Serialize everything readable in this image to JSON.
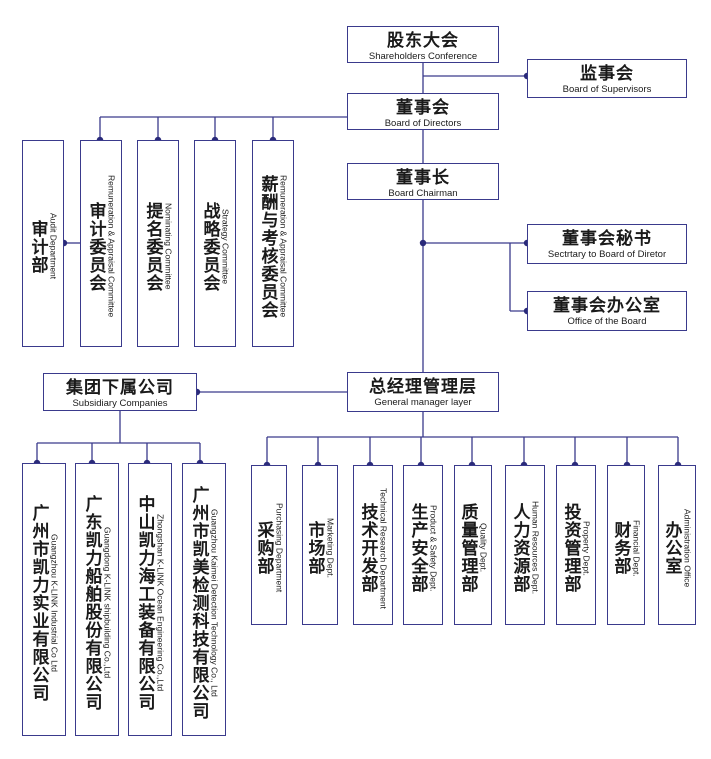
{
  "colors": {
    "border": "#3a3a8c",
    "line": "#3a3a8c",
    "dot": "#2a2a7a"
  },
  "top": {
    "shareholders": {
      "zh": "股东大会",
      "en": "Shareholders Conference"
    },
    "supervisors": {
      "zh": "监事会",
      "en": "Board of Supervisors"
    },
    "board": {
      "zh": "董事会",
      "en": "Board of Directors"
    },
    "chairman": {
      "zh": "董事长",
      "en": "Board Chairman"
    },
    "secretary": {
      "zh": "董事会秘书",
      "en": "Sectrtary to Board of Diretor"
    },
    "office": {
      "zh": "董事会办公室",
      "en": "Office of the Board"
    },
    "gm": {
      "zh": "总经理管理层",
      "en": "General manager layer"
    },
    "subsidiary": {
      "zh": "集团下属公司",
      "en": "Subsidiary Companies"
    }
  },
  "committees": [
    {
      "zh": "审计部",
      "en": "Audit Department"
    },
    {
      "zh": "审计委员会",
      "en": "Remuneration & Appraisal Committee"
    },
    {
      "zh": "提名委员会",
      "en": "Nominating Committee"
    },
    {
      "zh": "战略委员会",
      "en": "Strategy Committee"
    },
    {
      "zh": "薪酬与考核委员会",
      "en": "Remuneration & Appraisal Committee"
    }
  ],
  "subsidiaries": [
    {
      "zh": "广州市凯力实业有限公司",
      "en": "Guangzhou K-LINK Industrial Co Ltd"
    },
    {
      "zh": "广东凯力船舶股份有限公司",
      "en": "Guangdong K-LINK shipbuilding Co.,Ltd"
    },
    {
      "zh": "中山凯力海工装备有限公司",
      "en": "Zhongshan K-LINK Ocean Engineering Co.,Ltd"
    },
    {
      "zh": "广州市凯美检测科技有限公司",
      "en": "Guangzhou Kaimei Detection Technology Co., Ltd"
    }
  ],
  "departments": [
    {
      "zh": "采购部",
      "en": "Purchasing Department"
    },
    {
      "zh": "市场部",
      "en": "Marketing Dept."
    },
    {
      "zh": "技术开发部",
      "en": "Technical Research Department"
    },
    {
      "zh": "生产安全部",
      "en": "Product & Safety Dept."
    },
    {
      "zh": "质量管理部",
      "en": "Quality Dept."
    },
    {
      "zh": "人力资源部",
      "en": "Human Resources Dept."
    },
    {
      "zh": "投资管理部",
      "en": "Property Dept."
    },
    {
      "zh": "财务部",
      "en": "Financial Dept."
    },
    {
      "zh": "办公室",
      "en": "Administration Office"
    }
  ]
}
